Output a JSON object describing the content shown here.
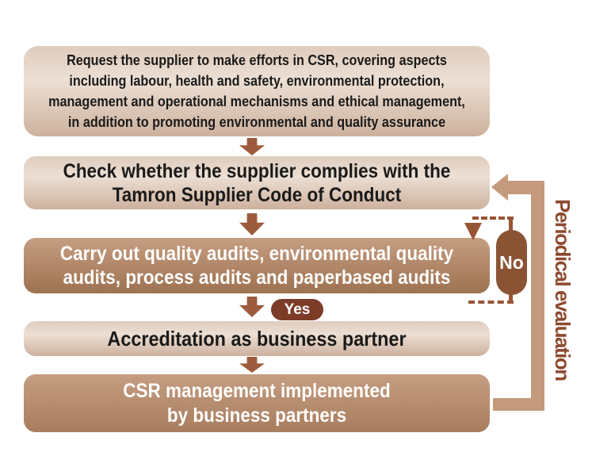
{
  "colors": {
    "light_box_gradient_top": "#dfccbd",
    "light_box_gradient_bottom": "#cdb19d",
    "dark_box_gradient_top": "#c59d81",
    "dark_box_gradient_bottom": "#9e7250",
    "down_arrow": "#9c5b3c",
    "yes_pill": "#7c3c28",
    "no_pill": "#8a5434",
    "dashed_loop": "#985535",
    "feedback_arrow": "#c49a7c",
    "side_label_text": "#8d4a2f",
    "box_text_dark": "#1a1a1a",
    "box_text_light": "#ffffff"
  },
  "flow": {
    "boxes": [
      {
        "id": "request-csr",
        "variant": "light",
        "text": "Request the supplier to make efforts in CSR, covering aspects\nincluding labour, health and safety, environmental protection,\nmanagement and operational mechanisms and ethical management,\nin addition to promoting environmental and quality assurance"
      },
      {
        "id": "check-code-of-conduct",
        "variant": "light",
        "text": "Check whether the supplier complies with the\nTamron Supplier Code of Conduct"
      },
      {
        "id": "carry-out-audits",
        "variant": "dark",
        "text": "Carry out quality audits, environmental quality\naudits, process audits and paperbased audits"
      },
      {
        "id": "accreditation",
        "variant": "light",
        "text": "Accreditation as business partner"
      },
      {
        "id": "csr-implemented",
        "variant": "dark",
        "text": "CSR management implemented\nby business partners"
      }
    ],
    "decision_labels": {
      "yes": "Yes",
      "no": "No"
    },
    "side_label": "Periodical evaluation"
  }
}
